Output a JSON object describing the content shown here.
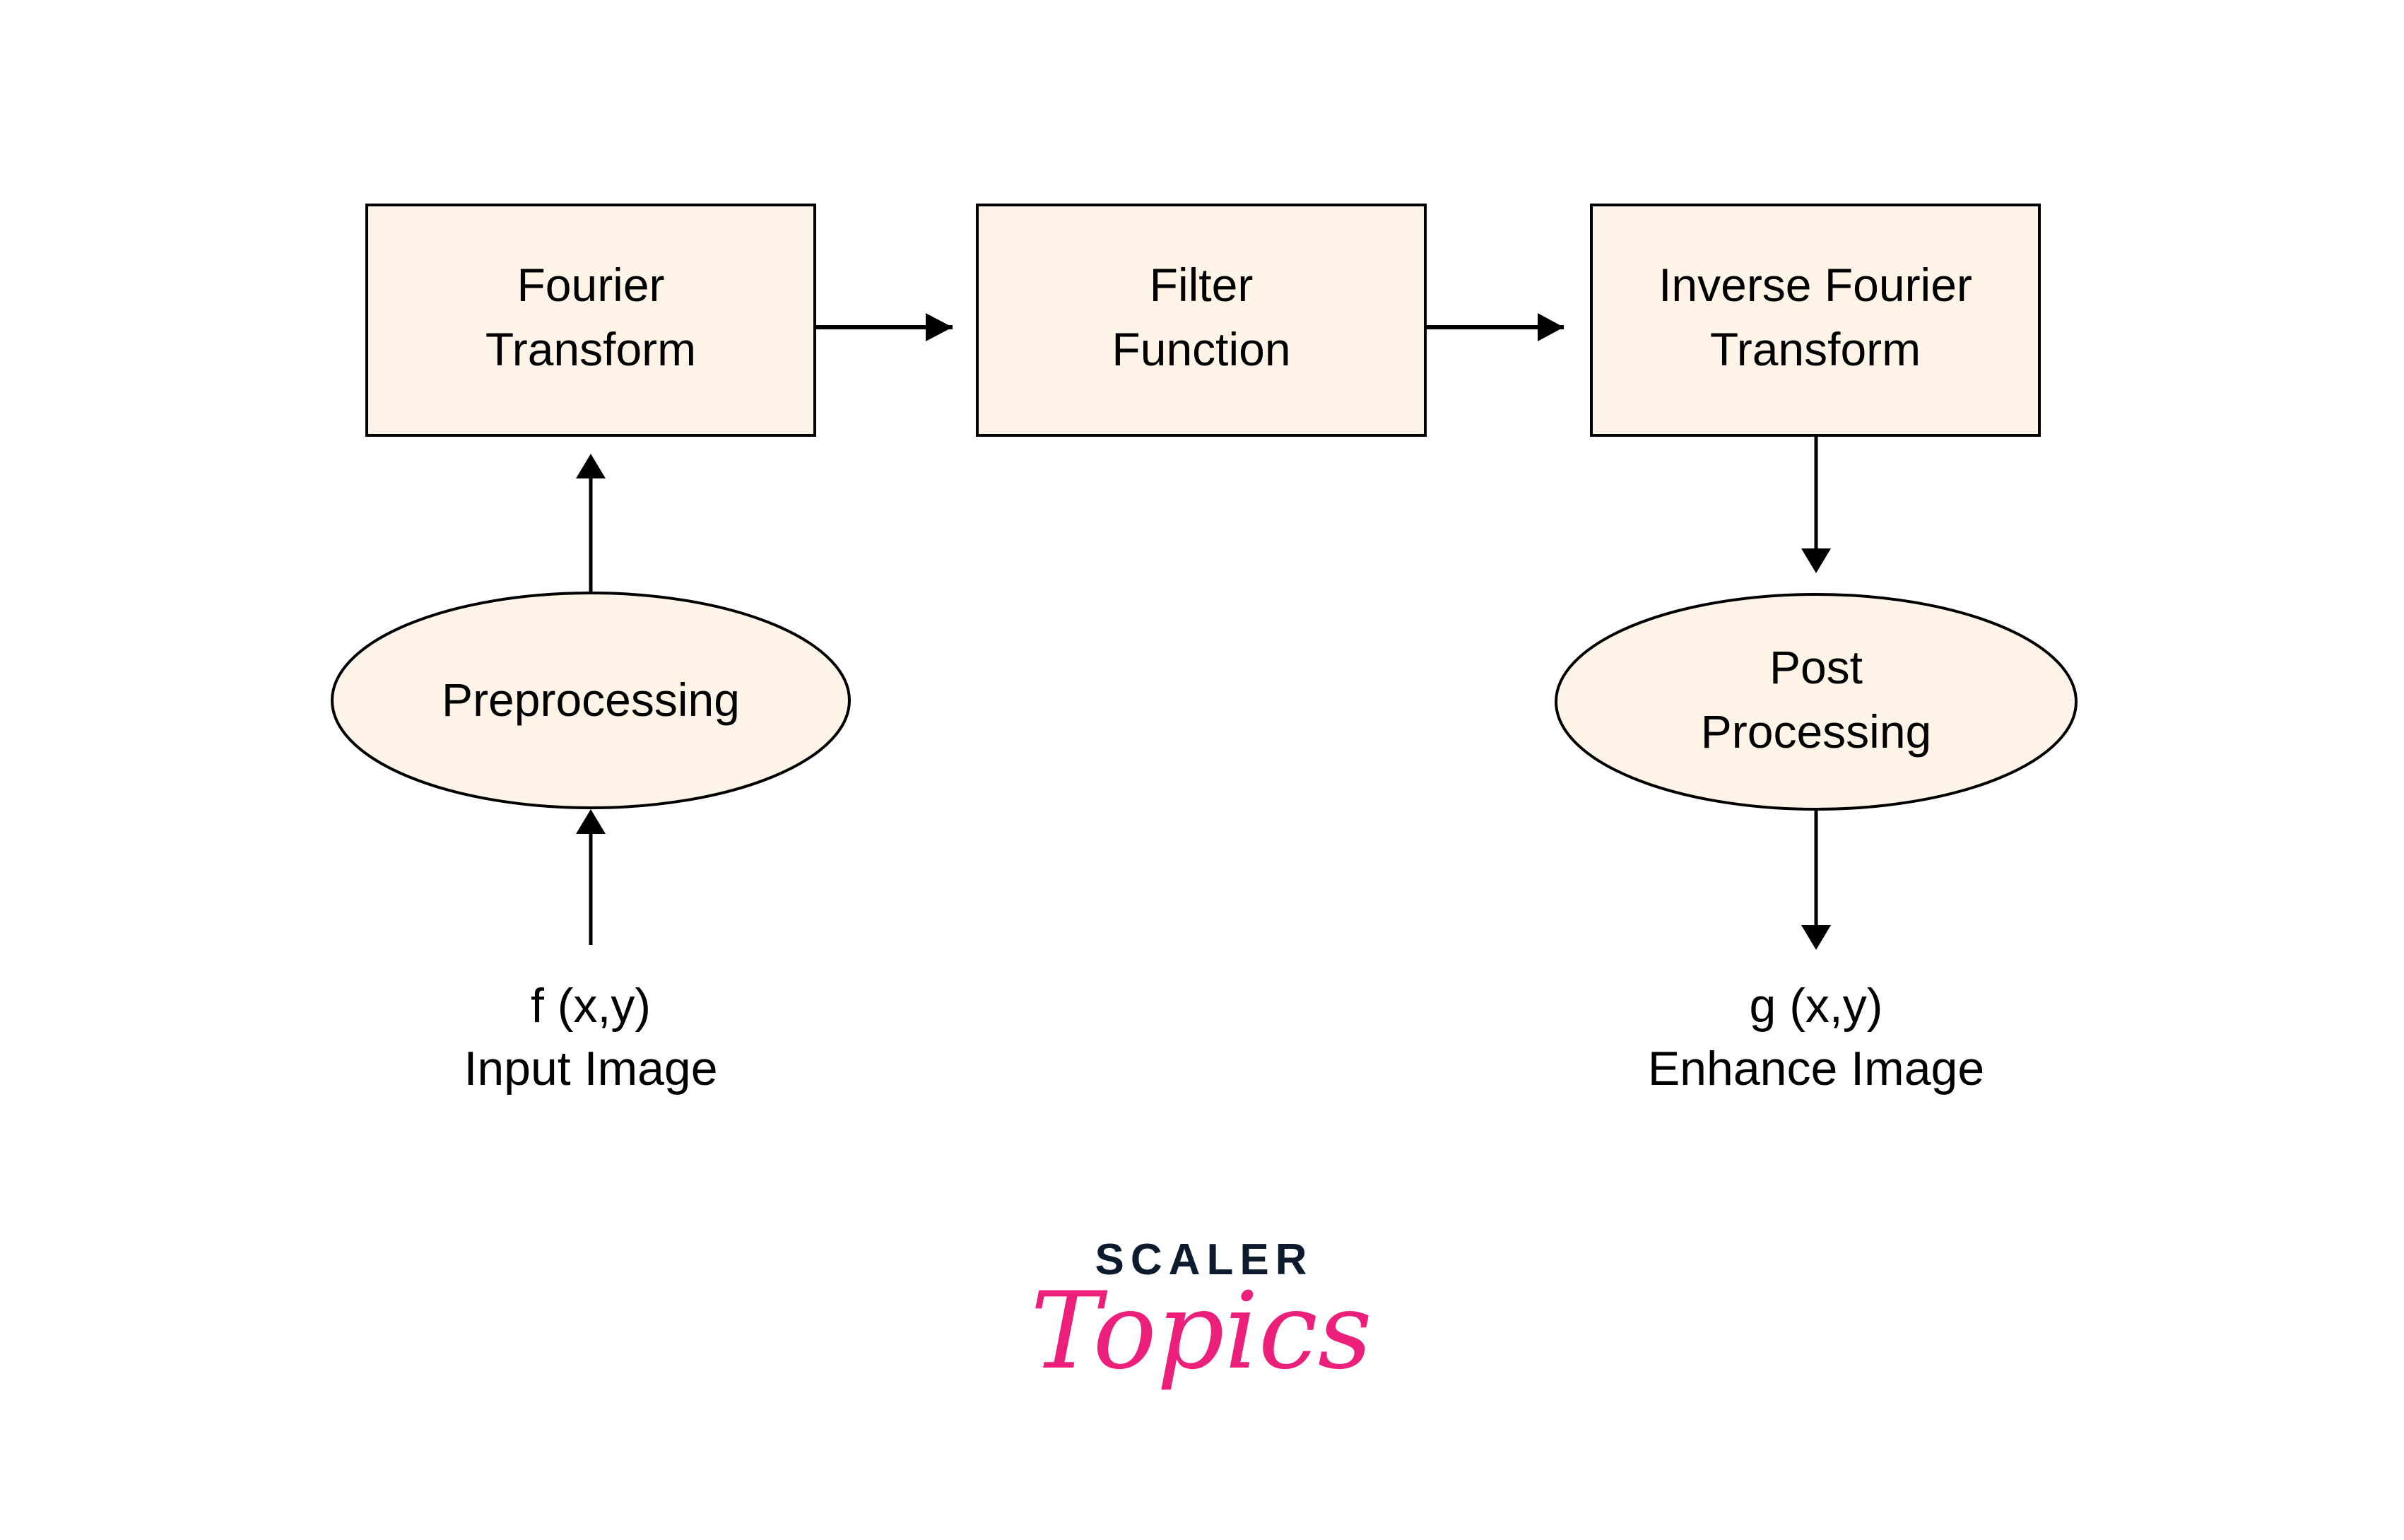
{
  "diagram": {
    "colors": {
      "node_fill": "#FDF4E7",
      "stroke": "#000000",
      "logo_dark": "#0D1B2E",
      "logo_pink": "#EC1F7A"
    },
    "nodes": {
      "fourier_transform": {
        "shape": "rectangle",
        "lines": [
          "Fourier",
          "Transform"
        ]
      },
      "filter_function": {
        "shape": "rectangle",
        "lines": [
          "Filter",
          "Function"
        ]
      },
      "inverse_fourier_transform": {
        "shape": "rectangle",
        "lines": [
          "Inverse Fourier",
          "Transform"
        ]
      },
      "preprocessing": {
        "shape": "ellipse",
        "lines": [
          "Preprocessing"
        ]
      },
      "post_processing": {
        "shape": "ellipse",
        "lines": [
          "Post",
          "Processing"
        ]
      }
    },
    "input": {
      "lines": [
        "f (x,y)",
        "Input Image"
      ]
    },
    "output": {
      "lines": [
        "g (x,y)",
        "Enhance Image"
      ]
    },
    "edges": [
      {
        "from": "input",
        "to": "preprocessing"
      },
      {
        "from": "preprocessing",
        "to": "fourier_transform"
      },
      {
        "from": "fourier_transform",
        "to": "filter_function"
      },
      {
        "from": "filter_function",
        "to": "inverse_fourier_transform"
      },
      {
        "from": "inverse_fourier_transform",
        "to": "post_processing"
      },
      {
        "from": "post_processing",
        "to": "output"
      }
    ]
  },
  "logo": {
    "brand": "SCALER",
    "product": "Topics"
  }
}
